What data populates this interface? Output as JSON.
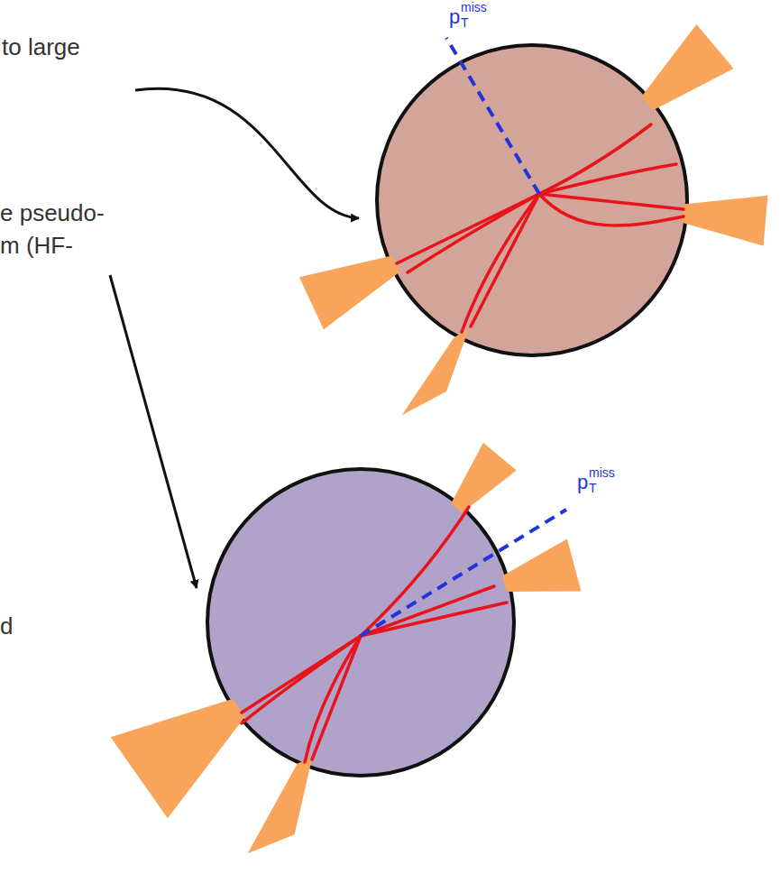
{
  "diagram": {
    "labels": [
      "to large",
      "e pseudo-",
      "m (HF-",
      "d",
      "p",
      "T",
      "miss",
      "p",
      "T",
      "miss"
    ]
  }
}
